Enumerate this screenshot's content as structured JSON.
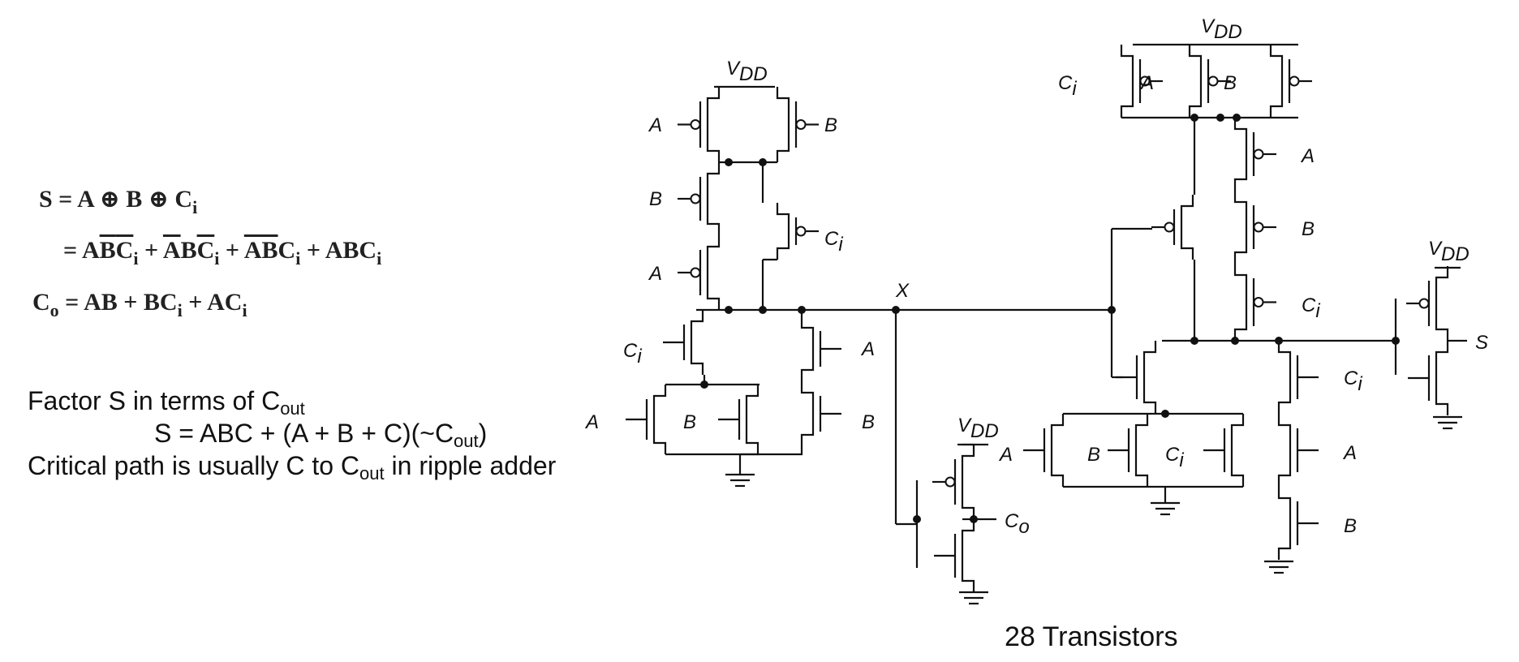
{
  "equations": {
    "sum_line1": "S = A ⊕ B ⊕ C",
    "sum_line1_sub": "i",
    "sum_line2_prefix": "=",
    "sum_terms": [
      {
        "label": "ABC",
        "overline": [
          false,
          true,
          true
        ],
        "sub": "i"
      },
      {
        "label": "ABC",
        "overline": [
          true,
          false,
          true
        ],
        "sub": "i"
      },
      {
        "label": "ABC",
        "overline": [
          true,
          true,
          false
        ],
        "sub": "i"
      },
      {
        "label": "ABC",
        "overline": [
          false,
          false,
          false
        ],
        "sub": "i"
      }
    ],
    "carry_line": "C",
    "carry_line_sub": "o",
    "carry_rhs": [
      "AB",
      "BC",
      "AC"
    ],
    "carry_rhs_subs": [
      "",
      "i",
      "i"
    ]
  },
  "notes": {
    "line1": "Factor S in terms of C",
    "line1_sub": "out",
    "line2": "S = ABC + (A + B + C)(~C",
    "line2_sub": "out",
    "line2_end": ")",
    "line3_a": "Critical path is usually C to C",
    "line3_sub": "out",
    "line3_b": " in ripple adder"
  },
  "circuit": {
    "labels": {
      "vdd": "V",
      "vdd_sub": "DD",
      "a": "A",
      "b": "B",
      "c": "C",
      "ci_sub": "i",
      "co_sub": "o",
      "x": "X",
      "s": "S"
    }
  },
  "caption": "28 Transistors"
}
